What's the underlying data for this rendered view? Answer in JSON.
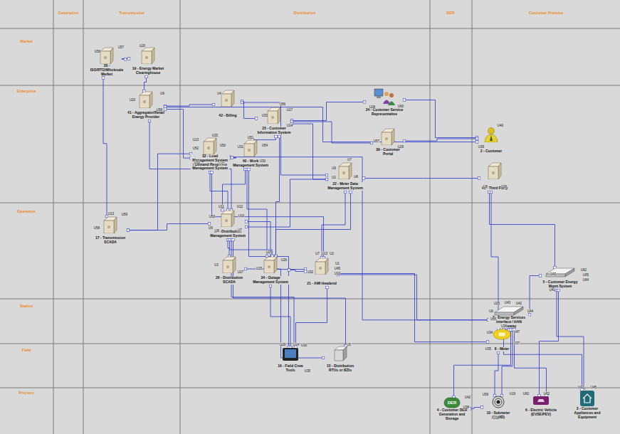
{
  "diagram": {
    "nodes": [
      {
        "text": [
          "20 - ISO/RTO/Wholesale Market"
        ]
      },
      {
        "text": [
          "19 - Energy Market Clearinghouse"
        ]
      },
      {
        "text": [
          "41 - Aggregator/Retail Energy Provider"
        ]
      },
      {
        "text": [
          "42 - Billing"
        ]
      },
      {
        "text": [
          "23 - Customer Information System"
        ]
      },
      {
        "text": [
          "24 - Customer Service Representative"
        ]
      },
      {
        "text": [
          "39 - Customer Portal"
        ]
      },
      {
        "text": [
          "2 - Customer"
        ]
      },
      {
        "text": [
          "32 - Load Management System / Demand Response Management System"
        ]
      },
      {
        "text": [
          "40 - Work Management System"
        ]
      },
      {
        "text": [
          "22 - Meter Data Management System"
        ]
      },
      {
        "text": [
          "46 - Third Party"
        ]
      },
      {
        "text": [
          "17 - Transmission SCADA"
        ]
      },
      {
        "text": [
          "27 - Distribution Management System"
        ]
      },
      {
        "text": [
          "26 - Distribution SCADA"
        ]
      },
      {
        "text": [
          "34 - Outage Management System"
        ]
      },
      {
        "text": [
          "21 - AMI Headend"
        ]
      },
      {
        "text": [
          "5 - Customer Energy Mgmt System"
        ]
      },
      {
        "text": [
          "7 - Energy Services Interface / HAN Gateway"
        ]
      },
      {
        "text": [
          "16 - Field Crew Tools"
        ]
      },
      {
        "text": [
          "15 - Distribution RTUs or IEDs"
        ]
      },
      {
        "text": [
          "8 - Meter"
        ]
      },
      {
        "text": [
          "4 - Customer DER Generation and Storage"
        ]
      },
      {
        "text": [
          "10 - Submeter (EUMD)"
        ]
      },
      {
        "text": [
          "6 - Electric Vehicle (EVSE/PEV)"
        ]
      },
      {
        "text": [
          "3 - Customer Appliances and Equipment"
        ]
      }
    ],
    "edges": [
      {
        "from": 0,
        "to": 1,
        "arrow": "none"
      },
      {
        "from": 0,
        "to": 12,
        "arrow": "none"
      },
      {
        "from": 1,
        "to": 2,
        "arrow": "none"
      },
      {
        "from": 2,
        "to": 3,
        "arrow": "none"
      },
      {
        "from": 2,
        "to": 7,
        "arrow": "none"
      },
      {
        "from": 2,
        "to": 13,
        "arrow": "none"
      },
      {
        "from": 2,
        "to": 8,
        "arrow": "none"
      },
      {
        "from": 3,
        "to": 4,
        "arrow": "none"
      },
      {
        "from": 3,
        "to": 10,
        "arrow": "none"
      },
      {
        "from": 4,
        "to": 5,
        "arrow": "none"
      },
      {
        "from": 4,
        "to": 6,
        "arrow": "none"
      },
      {
        "from": 4,
        "to": 9,
        "arrow": "none"
      },
      {
        "from": 4,
        "to": 10,
        "arrow": "none"
      },
      {
        "from": 4,
        "to": 15,
        "arrow": "none"
      },
      {
        "from": 5,
        "to": 7,
        "arrow": "none"
      },
      {
        "from": 6,
        "to": 7,
        "arrow": "none"
      },
      {
        "from": 8,
        "to": 12,
        "arrow": "none"
      },
      {
        "from": 8,
        "to": 13,
        "arrow": "none"
      },
      {
        "from": 8,
        "to": 16,
        "arrow": "none"
      },
      {
        "from": 8,
        "to": 18,
        "arrow": "none"
      },
      {
        "from": 8,
        "to": 9,
        "arrow": "none"
      },
      {
        "from": 9,
        "to": 13,
        "arrow": "none"
      },
      {
        "from": 9,
        "to": 15,
        "arrow": "none"
      },
      {
        "from": 9,
        "to": 19,
        "arrow": "none"
      },
      {
        "from": 10,
        "to": 16,
        "arrow": "none"
      },
      {
        "from": 10,
        "to": 11,
        "arrow": "none"
      },
      {
        "from": 10,
        "to": 13,
        "arrow": "none"
      },
      {
        "from": 10,
        "to": 15,
        "arrow": "none"
      },
      {
        "from": 11,
        "to": 17,
        "arrow": "none"
      },
      {
        "from": 11,
        "to": 21,
        "arrow": "none"
      },
      {
        "from": 12,
        "to": 13,
        "arrow": "none"
      },
      {
        "from": 13,
        "to": 14,
        "arrow": "none"
      },
      {
        "from": 13,
        "to": 15,
        "arrow": "none"
      },
      {
        "from": 13,
        "to": 19,
        "arrow": "none"
      },
      {
        "from": 13,
        "to": 20,
        "arrow": "none"
      },
      {
        "from": 13,
        "to": 16,
        "arrow": "none"
      },
      {
        "from": 14,
        "to": 20,
        "arrow": "none"
      },
      {
        "from": 15,
        "to": 16,
        "arrow": "none"
      },
      {
        "from": 15,
        "to": 19,
        "arrow": "none"
      },
      {
        "from": 16,
        "to": 21,
        "arrow": "none"
      },
      {
        "from": 16,
        "to": 18,
        "arrow": "none"
      },
      {
        "from": 16,
        "to": 19,
        "arrow": "none"
      },
      {
        "from": 17,
        "to": 18,
        "arrow": "none"
      },
      {
        "from": 17,
        "to": 25,
        "arrow": "none"
      },
      {
        "from": 17,
        "to": 24,
        "arrow": "none"
      },
      {
        "from": 18,
        "to": 21,
        "arrow": "none"
      },
      {
        "from": 18,
        "to": 22,
        "arrow": "none"
      },
      {
        "from": 18,
        "to": 23,
        "arrow": "none"
      },
      {
        "from": 18,
        "to": 24,
        "arrow": "none"
      },
      {
        "from": 18,
        "to": 25,
        "arrow": "none"
      },
      {
        "from": 21,
        "to": 23,
        "arrow": "none"
      },
      {
        "from": 22,
        "to": 23,
        "arrow": "none"
      }
    ],
    "labels": [
      "Generation",
      "Transmission",
      "Distribution",
      "DER",
      "Customer Premise",
      "Market",
      "Enterprise",
      "Operation",
      "Station",
      "Field",
      "Process",
      "DER",
      "U56",
      "U57",
      "U20",
      "U20",
      "U9",
      "U58",
      "U4",
      "U56",
      "U17",
      "U14",
      "U33",
      "U28",
      "U60",
      "U57",
      "U29",
      "U40",
      "U39",
      "U33",
      "U13",
      "U52",
      "U50",
      "U32",
      "U11",
      "U51",
      "U31",
      "U54",
      "U30",
      "U7",
      "U9",
      "U2",
      "U8",
      "U8",
      "U26",
      "U13",
      "U59",
      "U58",
      "U11",
      "U12",
      "U10",
      "U50",
      "U9",
      "U8",
      "U7",
      "U27",
      "U3",
      "U25",
      "U26",
      "U15",
      "U7",
      "U13",
      "U2",
      "U1",
      "U45",
      "U10",
      "U32",
      "U43",
      "U62",
      "U65",
      "U64",
      "U41",
      "U25",
      "U43",
      "U42",
      "U44",
      "U6",
      "U55",
      "U29",
      "U14",
      "U16",
      "U35",
      "U5",
      "U34",
      "U36",
      "U47",
      "U35",
      "U37",
      "U42",
      "U38",
      "U59",
      "U19",
      "U18",
      "U60",
      "U62",
      "U43",
      "U45"
    ]
  }
}
